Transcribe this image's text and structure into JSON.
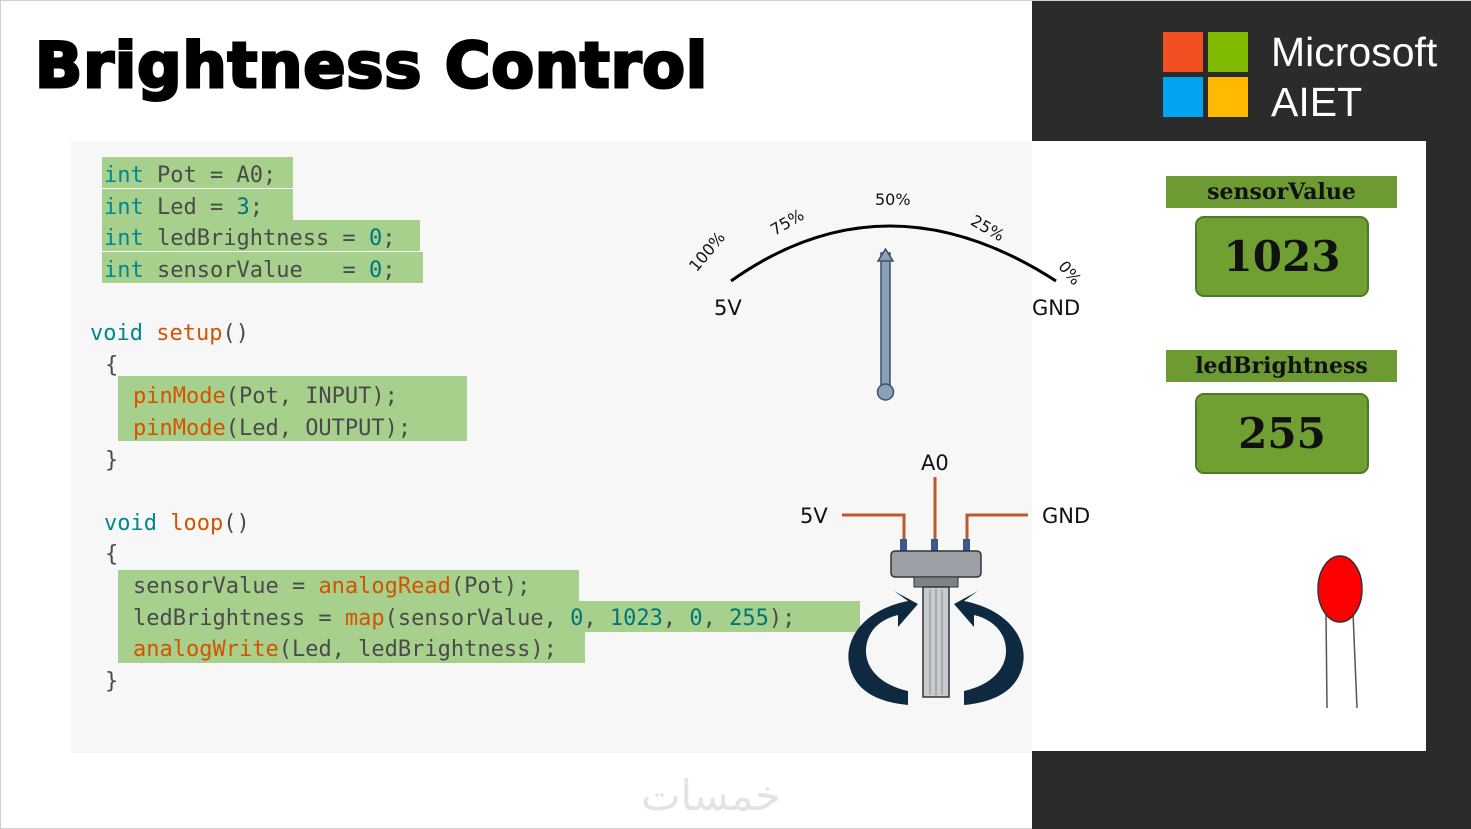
{
  "slide": {
    "title": "Brightness Control",
    "brand": {
      "line1": "Microsoft",
      "line2": "AIET"
    },
    "logo_colors": [
      "#f25022",
      "#7fba00",
      "#00a4ef",
      "#ffb900"
    ],
    "watermark": "خمسات"
  },
  "code": {
    "globals": [
      {
        "type": "int",
        "name": "Pot",
        "sep": " = ",
        "value": "A0",
        "end": ";"
      },
      {
        "type": "int",
        "name": "Led",
        "sep": " = ",
        "value": "3",
        "end": ";"
      },
      {
        "type": "int",
        "name": "ledBrightness",
        "sep": " = ",
        "value": "0",
        "end": ";"
      },
      {
        "type": "int",
        "name": "sensorValue",
        "sep": "   = ",
        "value": "0",
        "end": ";"
      }
    ],
    "setup": {
      "kw": "void",
      "name": "setup",
      "parens": "()",
      "open": "{",
      "close": "}",
      "lines": [
        {
          "fn": "pinMode",
          "args": "(Pot, INPUT);"
        },
        {
          "fn": "pinMode",
          "args": "(Led, OUTPUT);"
        }
      ]
    },
    "loop": {
      "kw": "void",
      "name": "loop",
      "parens": "()",
      "open": "{",
      "close": "}",
      "line1": {
        "pre": "sensorValue = ",
        "fn": "analogRead",
        "args": "(Pot);"
      },
      "line2": {
        "pre": "ledBrightness = ",
        "fn": "map",
        "a": "(sensorValue, ",
        "n1": "0",
        "c1": ", ",
        "n2": "1023",
        "c2": ", ",
        "n3": "0",
        "c3": ", ",
        "n4": "255",
        "end": ");"
      },
      "line3": {
        "fn": "analogWrite",
        "args": "(Led, ledBrightness)",
        "end": ";"
      }
    }
  },
  "dial": {
    "marks": [
      "100%",
      "75%",
      "50%",
      "25%",
      "0%"
    ],
    "left_label": "5V",
    "right_label": "GND",
    "needle_percent": 50
  },
  "potentiometer": {
    "top_pin": "A0",
    "left_pin": "5V",
    "right_pin": "GND"
  },
  "variables": {
    "sensor_label": "sensorValue",
    "sensor_value": "1023",
    "led_label": "ledBrightness",
    "led_value": "255"
  },
  "led": {
    "color": "#ff0000"
  }
}
